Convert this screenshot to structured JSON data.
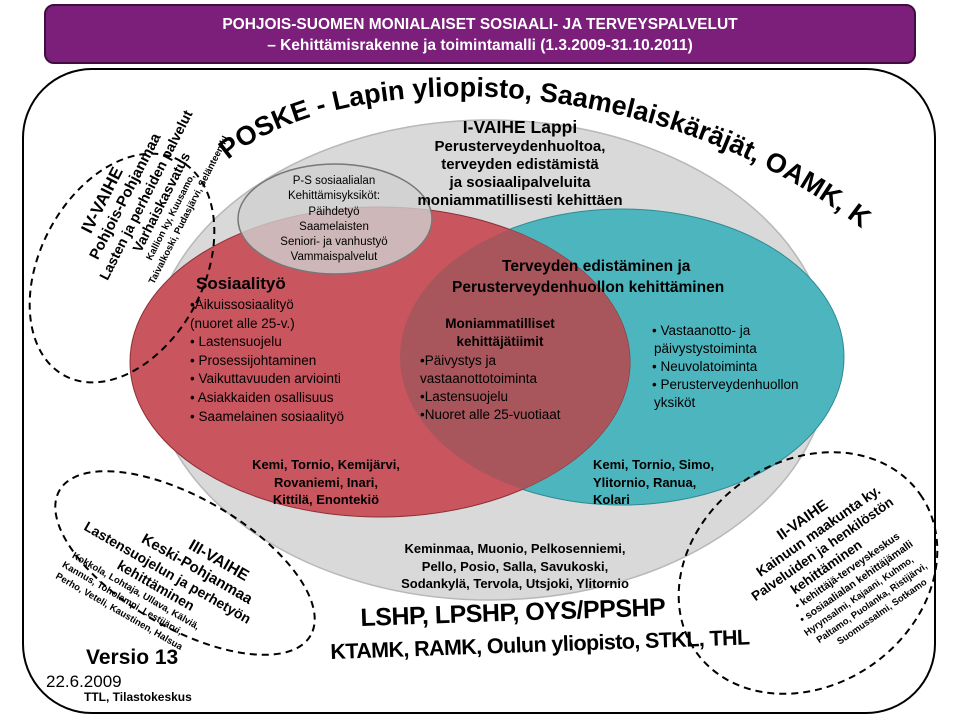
{
  "header": {
    "line1": "POHJOIS-SUOMEN MONIALAISET SOSIAALI- JA TERVEYSPALVELUT",
    "line2": "– Kehittämisrakenne ja toimintamalli (1.3.2009-31.10.2011)"
  },
  "arc_title": "POSKE - Lapin yliopisto, Saamelaiskäräjät, OAMK, Kolpene",
  "phase1": {
    "title": "I-VAIHE Lappi",
    "lines": [
      "Perusterveydenhuoltoa,",
      "terveyden edistämistä",
      "ja sosiaalipalveluita",
      "moniammatillisesti kehittäen"
    ]
  },
  "small_circle": {
    "lines": [
      "P-S sosiaalialan",
      "Kehittämisyksiköt:",
      "Päihdetyö",
      "Saamelaisten",
      "Seniori- ja vanhustyö",
      "Vammaispalvelut"
    ]
  },
  "red_circle": {
    "title": "Sosiaalityö",
    "items": [
      "•Aikuissosiaalityö",
      "(nuoret alle 25-v.)",
      "• Lastensuojelu",
      "• Prosessijohtaminen",
      "• Vaikuttavuuden arviointi",
      "• Asiakkaiden osallisuus",
      "• Saamelainen sosiaalityö"
    ],
    "places": [
      "Kemi, Tornio, Kemijärvi,",
      "Rovaniemi, Inari,",
      "Kittilä, Enontekiö"
    ]
  },
  "teal_circle": {
    "title_lines": [
      "Terveyden edistäminen ja",
      "Perusterveydenhuollon kehittäminen"
    ],
    "items": [
      "• Vastaanotto- ja",
      "päivystystoiminta",
      "• Neuvolatoiminta",
      "• Perusterveydenhuollon",
      "yksiköt"
    ],
    "places": [
      "Kemi, Tornio, Simo,",
      "Ylitornio, Ranua,",
      "Kolari"
    ]
  },
  "overlap": {
    "title_lines": [
      "Moniammatilliset",
      "kehittäjätiimit"
    ],
    "items": [
      "•Päivystys ja",
      "vastaanottotoiminta",
      "•Lastensuojelu",
      "•Nuoret alle 25-vuotiaat"
    ]
  },
  "big_ellipse_places": [
    "Keminmaa, Muonio, Pelkosenniemi,",
    "Pello, Posio, Salla, Savukoski,",
    "Sodankylä, Tervola, Utsjoki, Ylitornio"
  ],
  "phase4": {
    "lines": [
      "IV-VAIHE",
      "Pohjois-Pohjanmaa",
      "Lasten ja perheiden palvelut",
      "Varhaiskasvatus",
      "Kallion ky, Kuusamo,",
      "Taivalkoski, Pudasjärvi, Selänteen kl"
    ]
  },
  "phase3": {
    "lines": [
      "III-VAIHE",
      "Keski-Pohjanmaa",
      "Lastensuojelun ja perhetyön",
      "kehittäminen",
      "Kokkola, Lohtaja, Ullava, Kälviä,",
      "Kannus, Toholampi, Lestijärvi,",
      "Perho, Veteli, Kaustinen, Halsua"
    ]
  },
  "phase2": {
    "lines": [
      "II-VAIHE",
      "Kainuun maakunta ky.",
      "Palveluiden ja henkilöstön",
      "kehittäminen",
      "• kehittäjä-terveyskeskus",
      "• sosiaalialan kehittäjämalli",
      "Hyrynsalmi, Kajaani, Kuhmo,",
      "Paltamo, Puolanka, Ristijärvi,",
      "Suomussalmi, Sotkamo"
    ]
  },
  "partners": {
    "line1": "LSHP, LPSHP, OYS/PPSHP",
    "line2": "KTAMK, RAMK, Oulun yliopisto, STKL, THL"
  },
  "footer": {
    "version": "Versio 13",
    "date": "22.6.2009",
    "org": "TTL, Tilastokeskus"
  },
  "colors": {
    "banner": "#7b1f7b",
    "big_ellipse": "#d9d9d9",
    "red_circle": "#c9555e",
    "teal_circle": "#4db5be",
    "overlap": "#a8565c",
    "small_circle": "#cfcfcf"
  }
}
